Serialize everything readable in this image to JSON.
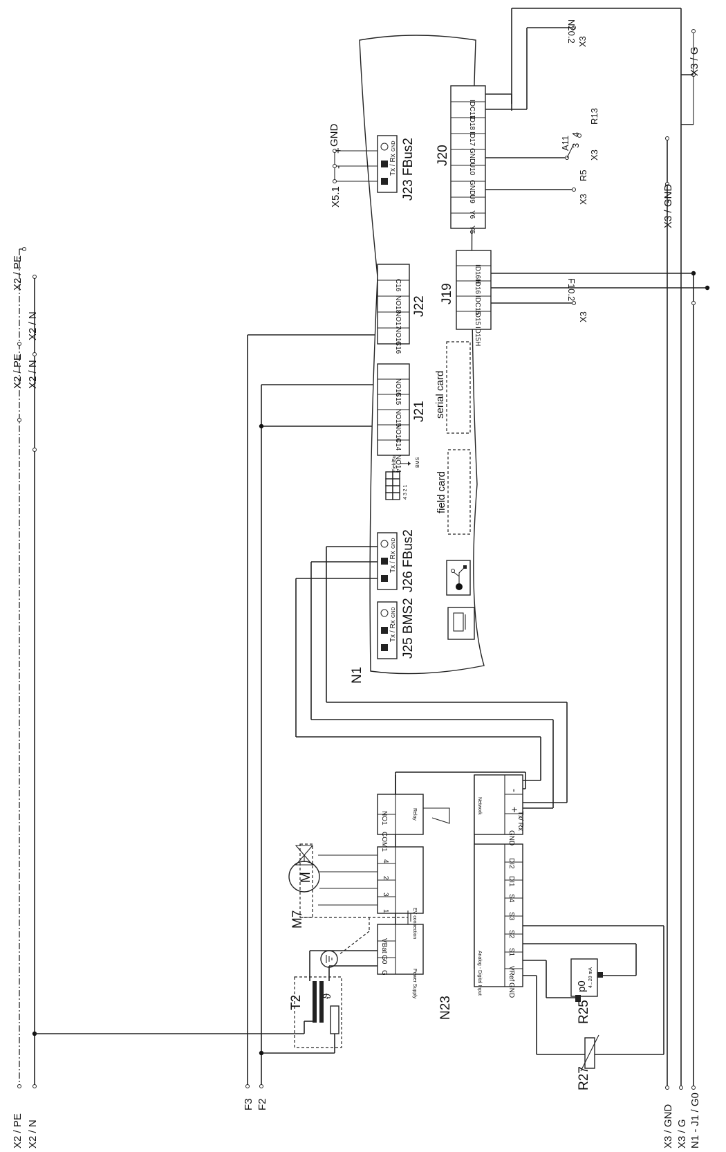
{
  "left_rails": {
    "pe_bottom": "X2 / PE",
    "n_bottom": "X2 / N",
    "pe_top": "X2 / PE",
    "n_top": "X2 / N",
    "pe_mid": "X2 / PE",
    "n_mid": "X2 / N",
    "f3": "F3",
    "f2": "F2"
  },
  "right_rails": {
    "gnd_bottom": "X3 / GND",
    "g_bottom": "X3 / G",
    "g0_bottom": "N1 - J1 / G0",
    "gnd_top": "X3 / GND",
    "g_top": "X3 / G"
  },
  "controller_n1": {
    "label": "N1",
    "j25": {
      "label": "J25 BMS2",
      "pins": [
        "Tx / Rx",
        "GND"
      ]
    },
    "j26": {
      "label": "J26 FBus2",
      "pins": [
        "Tx / Rx",
        "GND"
      ]
    },
    "j23": {
      "label": "J23 FBus2",
      "pins": [
        "Tx / Rx",
        "GND"
      ]
    },
    "j21": {
      "label": "J21",
      "pins": [
        "NO14",
        "C14",
        "NO14",
        "NO15",
        "C15",
        "NO15"
      ]
    },
    "j22": {
      "label": "J22",
      "pins": [
        "C16",
        "NO16",
        "NO17",
        "NO18",
        "C16"
      ]
    },
    "j19": {
      "label": "J19",
      "pins": [
        "ID15H",
        "ID15",
        "IDC15",
        "ID16",
        "ID16H"
      ]
    },
    "j20": {
      "label": "J20",
      "pins": [
        "Y5",
        "Y6",
        "U9",
        "GND",
        "U10",
        "GND",
        "ID17",
        "ID18",
        "IDC17"
      ]
    },
    "field_card": "field card",
    "serial_card": "serial card",
    "dip": {
      "numbers": "4 3 2 1",
      "arrow_top": "FieldBus",
      "arrow_bottom": "BMS"
    }
  },
  "x5_1": {
    "label": "X5.1",
    "plus": "+",
    "minus": "-",
    "gnd": "GND"
  },
  "signals": {
    "x3_r5": "X3",
    "r5": "R5",
    "a11": "A11",
    "a11_pins": [
      "3",
      "4"
    ],
    "x3_r13": "X3",
    "r13": "R13",
    "x3_n20": "X3",
    "n20": "N20.2",
    "x3_f10": "X3",
    "f10": "F10.2"
  },
  "driver_n23": {
    "label": "N23",
    "power": {
      "title": "Power Supply",
      "pins": [
        "G",
        "G0",
        "VBat"
      ]
    },
    "eev": {
      "title": "EV connection",
      "pins": [
        "1",
        "3",
        "2",
        "4"
      ]
    },
    "relay": {
      "title": "Relay",
      "pins": [
        "COM1",
        "NO1"
      ]
    },
    "analog": {
      "title": "Analog - Digital Input",
      "pins": [
        "GND",
        "VRef",
        "S1",
        "S2",
        "S3",
        "S4",
        "DI1",
        "DI2"
      ]
    },
    "network": {
      "title": "Network",
      "pins": [
        "GND",
        "+",
        "-"
      ],
      "txrx": "Tx/ Rx"
    }
  },
  "components": {
    "t2": "T2",
    "theta": "ϑ",
    "m7": "M7",
    "motor": "M",
    "r25": "R25",
    "p0": "p0",
    "r25_range": "4...20 mA",
    "r27": "R27"
  }
}
